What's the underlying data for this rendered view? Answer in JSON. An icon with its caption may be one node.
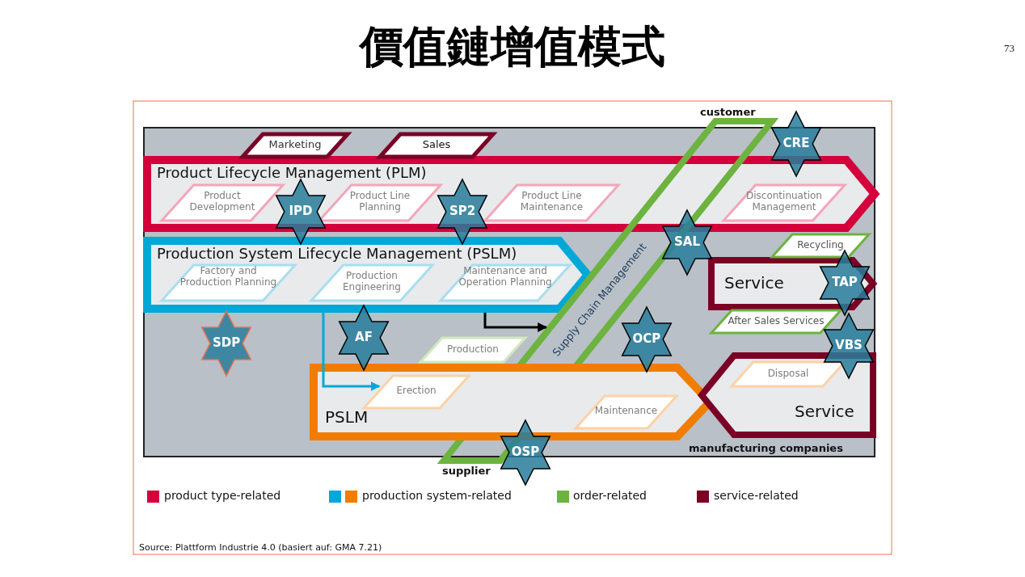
{
  "diagram": {
    "title": "價值鏈增值模式",
    "nodes": [
      {
        "text": [
          "Marketing"
        ]
      },
      {
        "text": [
          "Sales"
        ]
      },
      {
        "text": [
          "Product Lifecycle Management (PLM)"
        ]
      },
      {
        "text": [
          "Product Development"
        ],
        "in": 2
      },
      {
        "text": [
          "Product Line Planning"
        ],
        "in": 2
      },
      {
        "text": [
          "Product Line Maintenance"
        ],
        "in": 2
      },
      {
        "text": [
          "Discontinuation Management"
        ],
        "in": 2
      },
      {
        "text": [
          "Production System Lifecycle Management (PSLM)"
        ]
      },
      {
        "text": [
          "Factory and Production Planning"
        ],
        "in": 7
      },
      {
        "text": [
          "Production Engineering"
        ],
        "in": 7
      },
      {
        "text": [
          "Maintenance and Operation Planning"
        ],
        "in": 7
      },
      {
        "text": [
          "Supply Chain Management"
        ]
      },
      {
        "text": [
          "Production"
        ]
      },
      {
        "text": [
          "Service"
        ]
      },
      {
        "text": [
          "Recycling"
        ]
      },
      {
        "text": [
          "After Sales Services"
        ]
      },
      {
        "text": [
          "PSLM"
        ]
      },
      {
        "text": [
          "Erection"
        ],
        "in": 16
      },
      {
        "text": [
          "Maintenance"
        ],
        "in": 16
      },
      {
        "text": [
          "Service"
        ]
      },
      {
        "text": [
          "Disposal"
        ],
        "in": 19
      },
      {
        "text": [
          "IPD"
        ]
      },
      {
        "text": [
          "SP2"
        ]
      },
      {
        "text": [
          "CRE"
        ]
      },
      {
        "text": [
          "SAL"
        ]
      },
      {
        "text": [
          "SDP"
        ]
      },
      {
        "text": [
          "TAP"
        ]
      },
      {
        "text": [
          "AF"
        ]
      },
      {
        "text": [
          "OCP"
        ]
      },
      {
        "text": [
          "VBS"
        ]
      },
      {
        "text": [
          "OSP"
        ]
      }
    ],
    "edges": [
      {
        "from": 7,
        "to": 11,
        "arrow": "to"
      },
      {
        "from": 7,
        "to": 17,
        "arrow": "to",
        "color": "#00a8d8"
      }
    ],
    "labels": [
      "73",
      "customer",
      "manufacturing companies",
      "supplier",
      "Source: Plattform Industrie 4.0 (basiert auf: GMA 7.21)"
    ],
    "legend": [
      {
        "text": "product type-related",
        "color": "#d4003c"
      },
      {
        "text": "production system-related"
      },
      {
        "text": "order-related",
        "color": "#6db33f"
      },
      {
        "text": "service-related",
        "color": "#7a0026"
      }
    ]
  }
}
